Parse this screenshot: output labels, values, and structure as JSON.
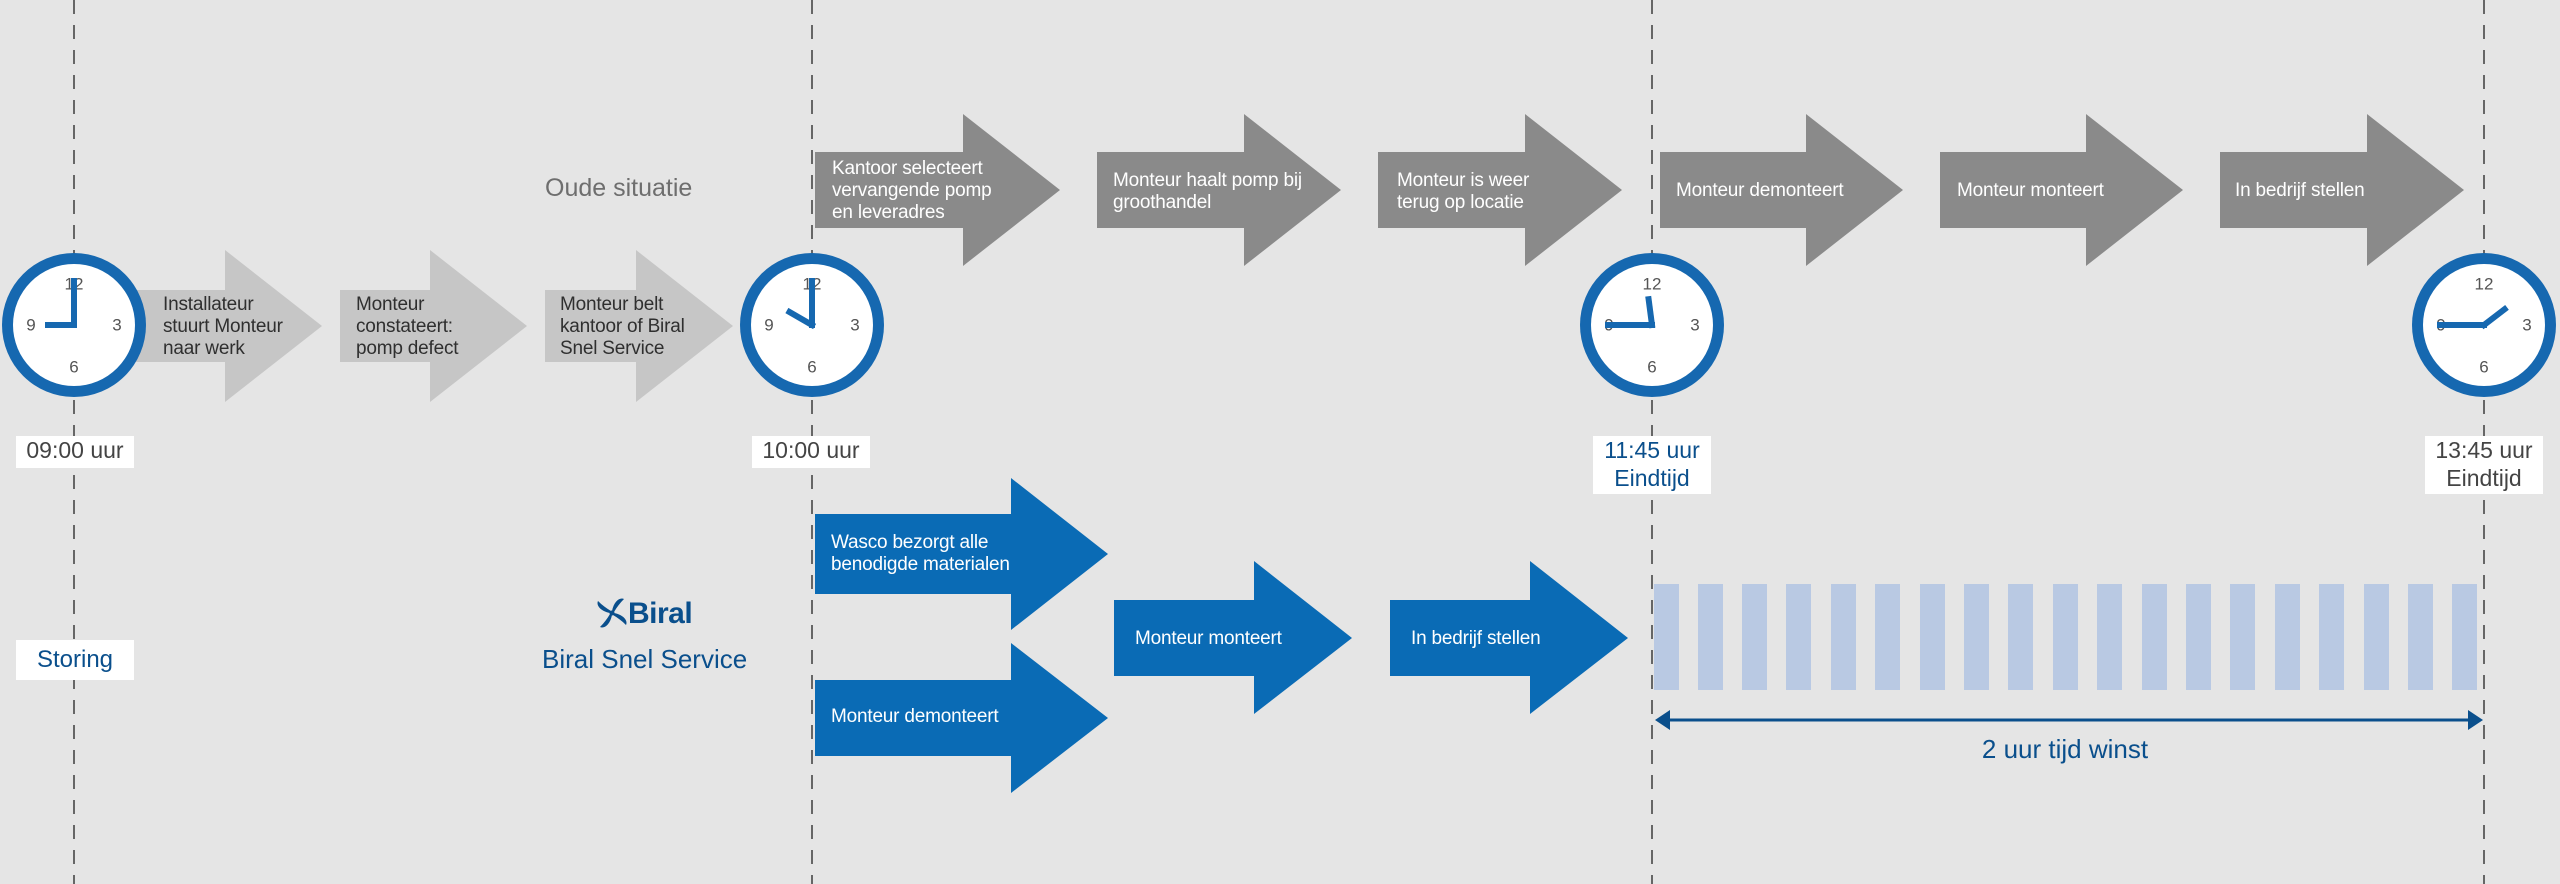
{
  "old_situation": {
    "label": "Oude situatie",
    "steps": [
      "Installateur stuurt Monteur naar werk",
      "Monteur constateert: pomp defect",
      "Monteur belt kantoor of Biral Snel Service",
      "Kantoor selecteert vervangende pomp en leveradres",
      "Monteur haalt pomp bij groothandel",
      "Monteur is weer terug op locatie",
      "Monteur demonteert",
      "Monteur monteert",
      "In bedrijf stellen"
    ]
  },
  "new_situation": {
    "logo_text": "Biral",
    "label": "Biral Snel Service",
    "steps": [
      "Wasco bezorgt alle benodigde materialen",
      "Monteur demonteert",
      "Monteur monteert",
      "In bedrijf stellen"
    ],
    "gain_label": "2 uur tijd winst"
  },
  "time_markers": {
    "start": "09:00 uur",
    "call": "10:00 uur",
    "new_end": {
      "time": "11:45 uur",
      "label": "Eindtijd"
    },
    "old_end": {
      "time": "13:45 uur",
      "label": "Eindtijd"
    },
    "storing": "Storing"
  },
  "clocks": [
    {
      "hour": 9,
      "minute": 0
    },
    {
      "hour": 10,
      "minute": 0
    },
    {
      "hour": 11,
      "minute": 45
    },
    {
      "hour": 13,
      "minute": 45
    }
  ],
  "clock_numerals": [
    "12",
    "3",
    "6",
    "9"
  ],
  "colors": {
    "background": "#e5e5e5",
    "light_gray_arrow": "#c6c6c6",
    "dark_gray_arrow": "#8a8a8a",
    "blue_arrow": "#0a6bb5",
    "clock_ring": "#1668b0",
    "hatch": "#b9c9e3",
    "brand_blue": "#0a4f8c",
    "dashed_line": "#666666"
  }
}
